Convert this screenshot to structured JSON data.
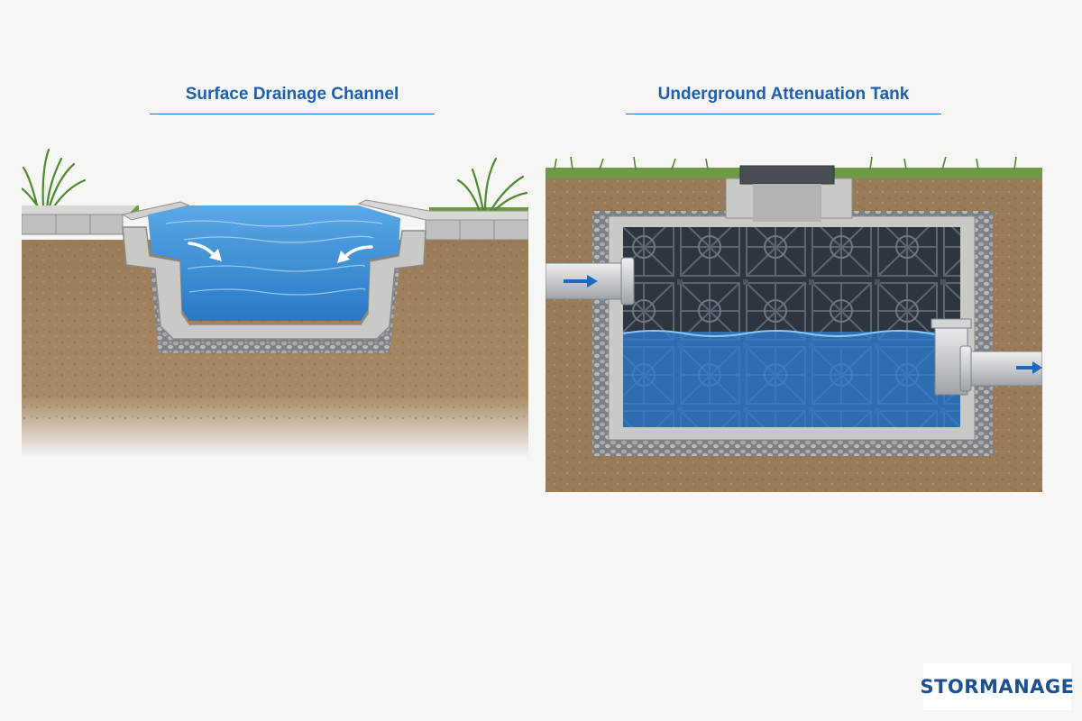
{
  "panels": {
    "left": {
      "title": "Surface Drainage Channel"
    },
    "right": {
      "title": "Underground Attenuation Tank"
    }
  },
  "brand": {
    "name": "STORMANAGE"
  },
  "colors": {
    "accent": "#1f5fae",
    "soil": "#9a7b58",
    "concrete": "#c9c9c6",
    "water": "#3a8fd6",
    "gravel": "#8d8f91",
    "grass": "#5c8f3a"
  },
  "icons": [
    "flow-arrow-icon",
    "inlet-pipe-icon",
    "outlet-pipe-icon",
    "grass-icon"
  ]
}
